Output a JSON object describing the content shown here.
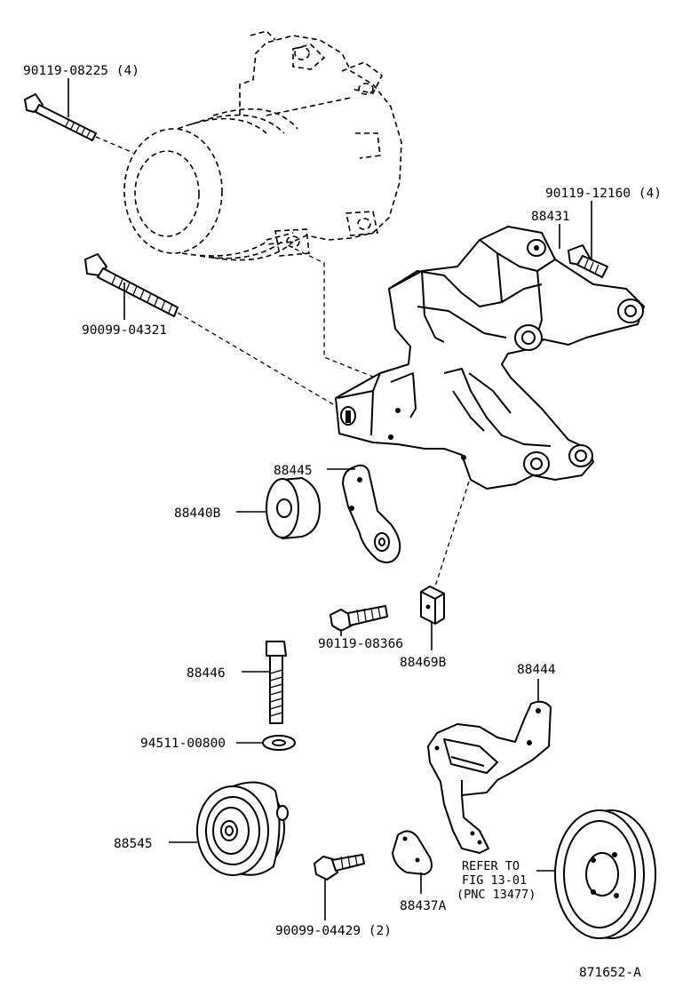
{
  "diagram": {
    "labels": {
      "bolt_90119_08225": "90119-08225 (4)",
      "bolt_90099_04321": "90099-04321",
      "bolt_90119_12160": "90119-12160 (4)",
      "bracket_88431": "88431",
      "plate_88445": "88445",
      "bushing_88440b": "88440B",
      "bolt_90119_08366": "90119-08366",
      "block_88469b": "88469B",
      "bolt_88446": "88446",
      "washer_94511_00800": "94511-00800",
      "bracket_88444": "88444",
      "pulley_88545": "88545",
      "bolt_90099_04429": "90099-04429 (2)",
      "plate_88437a": "88437A",
      "refer_line1": "REFER TO",
      "refer_line2": "FIG 13-01",
      "refer_line3": "(PNC 13477)",
      "figure_id": "871652-A"
    }
  }
}
